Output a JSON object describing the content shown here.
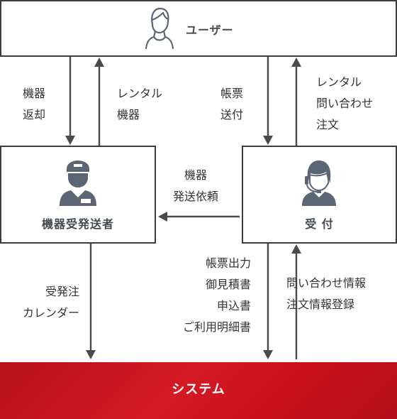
{
  "colors": {
    "system_bg": "#cc1820",
    "box_border": "#3c3c3c",
    "arrow": "#4a4a4a",
    "icon": "#5a6673"
  },
  "nodes": {
    "user": {
      "label": "ユーザー",
      "icon": "person-icon"
    },
    "shipper": {
      "label": "機器受発送者",
      "icon": "worker-icon"
    },
    "reception": {
      "label": "受 付",
      "icon": "operator-headset-icon"
    },
    "system": {
      "label": "システム"
    }
  },
  "flows": {
    "user_to_shipper": [
      "機器",
      "返却"
    ],
    "shipper_to_user": [
      "レンタル",
      "機器"
    ],
    "user_to_reception": [
      "帳票",
      "送付"
    ],
    "reception_to_user": [
      "レンタル",
      "問い合わせ",
      "注文"
    ],
    "reception_to_shipper": [
      "機器",
      "発送依頼"
    ],
    "shipper_to_system": [
      "受発注",
      "カレンダー"
    ],
    "reception_to_system": [
      "帳票出力",
      "御見積書",
      "申込書",
      "ご利用明細書"
    ],
    "system_to_reception": [
      "問い合わせ情報",
      "注文情報登録"
    ]
  }
}
